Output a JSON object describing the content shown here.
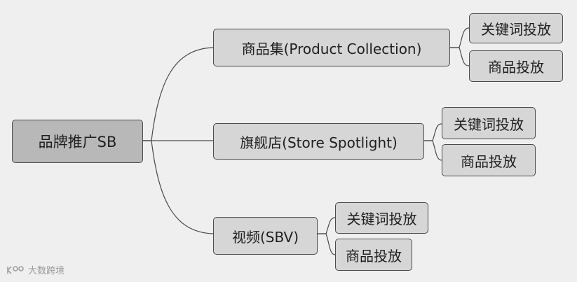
{
  "mindmap": {
    "root": {
      "label": "品牌推广SB"
    },
    "branches": [
      {
        "label": "商品集(Product Collection)",
        "children": [
          "关键词投放",
          "商品投放"
        ]
      },
      {
        "label": "旗舰店(Store Spotlight)",
        "children": [
          "关键词投放",
          "商品投放"
        ]
      },
      {
        "label": "视频(SBV)",
        "children": [
          "关键词投放",
          "商品投放"
        ]
      }
    ]
  },
  "watermark": {
    "text": "大数跨境"
  },
  "colors": {
    "background": "#efefef",
    "root_fill": "#b8b8b8",
    "node_fill": "#d6d6d6",
    "line": "#4a4a4a"
  }
}
